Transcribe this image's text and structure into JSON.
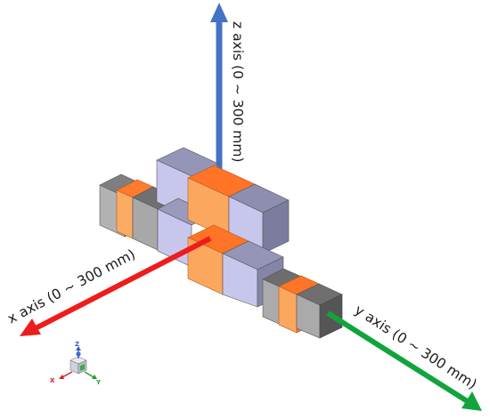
{
  "axes": {
    "x": {
      "label": "x axis (0 ~ 300 mm)",
      "color": "#ee1c1c"
    },
    "y": {
      "label": "y axis (0 ~ 300 mm)",
      "color": "#12a43c"
    },
    "z": {
      "label": "z axis (0 ~ 300 mm)",
      "color": "#4472c4"
    }
  },
  "triad": {
    "x": "X",
    "y": "Y",
    "z": "Z"
  },
  "colors": {
    "lavender": "#c6c6ec",
    "orange": "#fb9750",
    "gray": "#9a9a9a"
  }
}
